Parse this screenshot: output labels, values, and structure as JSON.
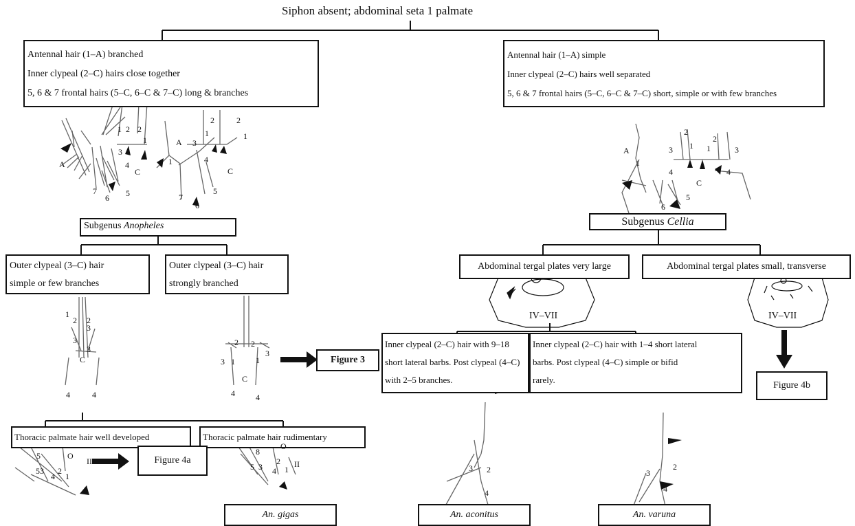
{
  "root": "Siphon absent; abdominal seta 1 palmate",
  "left_criteria": [
    "Antennal hair (1–A) branched",
    "Inner clypeal (2–C) hairs close together",
    "5, 6 & 7 frontal hairs (5–C, 6–C & 7–C) long & branches"
  ],
  "right_criteria": [
    "Antennal hair (1–A) simple",
    "Inner clypeal (2–C) hairs well separated",
    "5, 6 & 7 frontal hairs (5–C, 6–C & 7–C) short, simple or with few branches"
  ],
  "subgenus_left": {
    "prefix": "Subgenus ",
    "name": "Anopheles"
  },
  "subgenus_right": {
    "prefix": "Subgenus ",
    "name": "Cellia"
  },
  "anopheles_branches": [
    [
      "Outer clypeal (3–C) hair",
      "simple or few branches"
    ],
    [
      "Outer clypeal (3–C) hair",
      "strongly branched"
    ]
  ],
  "cellia_branches": [
    "Abdominal tergal plates very large",
    "Abdominal tergal plates small, transverse"
  ],
  "segment_label": "IV–VII",
  "thoracic": [
    "Thoracic palmate hair well developed",
    "Thoracic palmate hair rudimentary"
  ],
  "inner_clypeal": [
    [
      "Inner clypeal (2–C) hair with 9–18",
      "short lateral barbs. Post clypeal (4–C)",
      "with 2–5 branches."
    ],
    [
      "Inner clypeal (2–C) hair with 1–4 short lateral",
      "barbs. Post clypeal (4–C) simple or bifid",
      "rarely."
    ]
  ],
  "figure_refs": {
    "fig3": "Figure 3",
    "fig4a": "Figure 4a",
    "fig4b": "Figure 4b"
  },
  "species": [
    "An. gigas",
    "An. aconitus",
    "An. varuna"
  ],
  "sketch_labels": {
    "A": "A",
    "C": "C",
    "O": "O",
    "II": "II",
    "n1": "1",
    "n2": "2",
    "n3": "3",
    "n4": "4",
    "n5": "5",
    "n6": "6",
    "n7": "7",
    "n8": "8",
    "n53": "53"
  }
}
